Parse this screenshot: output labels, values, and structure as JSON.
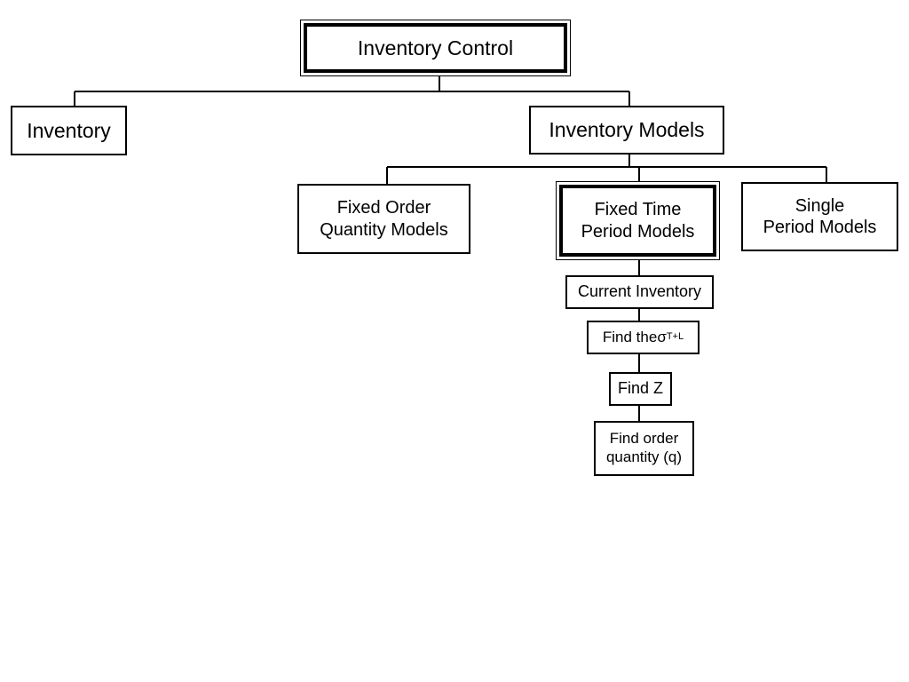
{
  "diagram": {
    "root": {
      "label": "Inventory Control"
    },
    "inventory": {
      "label": "Inventory"
    },
    "inventory_models": {
      "label": "Inventory Models"
    },
    "fixed_order": {
      "line1": "Fixed Order",
      "line2": "Quantity Models"
    },
    "fixed_time": {
      "line1": "Fixed Time",
      "line2": "Period Models"
    },
    "single_period": {
      "line1": "Single",
      "line2": "Period Models"
    },
    "steps": {
      "current_inventory": "Current Inventory",
      "find_sigma": {
        "prefix": "Find the",
        "symbol": "σ",
        "subscript": "T+L"
      },
      "find_z": "Find Z",
      "find_q": {
        "line1": "Find order",
        "line2": "quantity (q)"
      }
    }
  }
}
